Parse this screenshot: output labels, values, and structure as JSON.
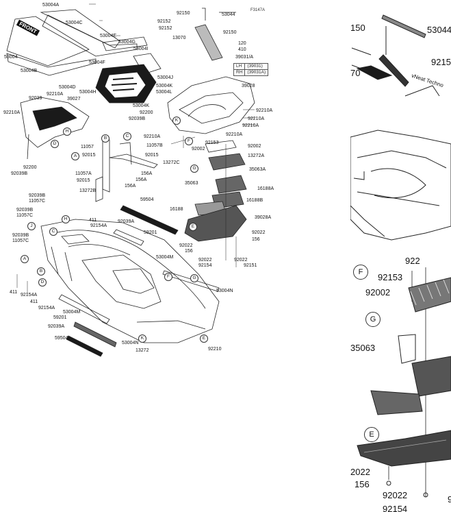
{
  "diagram_code": "F3147A",
  "lhrh_table": [
    {
      "side": "LH",
      "part": "(39031)"
    },
    {
      "side": "RH",
      "part": "(39031A)"
    }
  ],
  "front_badge": "FRONT",
  "left_labels": [
    {
      "t": "53004A"
    },
    {
      "t": "53004C"
    },
    {
      "t": "53004E"
    },
    {
      "t": "53004G"
    },
    {
      "t": "53004I"
    },
    {
      "t": "53004"
    },
    {
      "t": "53004B"
    },
    {
      "t": "53004F"
    },
    {
      "t": "53004J"
    },
    {
      "t": "53004D"
    },
    {
      "t": "92210A"
    },
    {
      "t": "53004H"
    },
    {
      "t": "92039"
    },
    {
      "t": "39027"
    },
    {
      "t": "53004K"
    },
    {
      "t": "53004L"
    },
    {
      "t": "39028"
    },
    {
      "t": "92210A"
    },
    {
      "t": "53004K"
    },
    {
      "t": "92200"
    },
    {
      "t": "92039B"
    },
    {
      "t": "92210A"
    },
    {
      "t": "92210A"
    },
    {
      "t": "92210A"
    },
    {
      "t": "92210A"
    },
    {
      "t": "92210A"
    },
    {
      "t": "11057"
    },
    {
      "t": "11057B"
    },
    {
      "t": "92015"
    },
    {
      "t": "92015"
    },
    {
      "t": "13272C"
    },
    {
      "t": "11057A"
    },
    {
      "t": "92015"
    },
    {
      "t": "156A"
    },
    {
      "t": "156A"
    },
    {
      "t": "13272B"
    },
    {
      "t": "156A"
    },
    {
      "t": "92200"
    },
    {
      "t": "92039B"
    },
    {
      "t": "92153"
    },
    {
      "t": "92002"
    },
    {
      "t": "92002"
    },
    {
      "t": "13272A"
    },
    {
      "t": "35063A"
    },
    {
      "t": "35063"
    },
    {
      "t": "16188A"
    },
    {
      "t": "16188B"
    },
    {
      "t": "59504"
    },
    {
      "t": "16188"
    },
    {
      "t": "39028A"
    },
    {
      "t": "92039B"
    },
    {
      "t": "11057C"
    },
    {
      "t": "92039B"
    },
    {
      "t": "11057C"
    },
    {
      "t": "411"
    },
    {
      "t": "92154A"
    },
    {
      "t": "92039A"
    },
    {
      "t": "92039B"
    },
    {
      "t": "11057C"
    },
    {
      "t": "59201"
    },
    {
      "t": "92022"
    },
    {
      "t": "92022"
    },
    {
      "t": "156"
    },
    {
      "t": "156"
    },
    {
      "t": "92022"
    },
    {
      "t": "92154"
    },
    {
      "t": "92022"
    },
    {
      "t": "92151"
    },
    {
      "t": "53004M"
    },
    {
      "t": "411"
    },
    {
      "t": "92154A"
    },
    {
      "t": "411"
    },
    {
      "t": "92154A"
    },
    {
      "t": "53004N"
    },
    {
      "t": "53004M"
    },
    {
      "t": "59201"
    },
    {
      "t": "92039A"
    },
    {
      "t": "59504"
    },
    {
      "t": "53004N"
    },
    {
      "t": "13272"
    },
    {
      "t": "92210"
    },
    {
      "t": "92150"
    },
    {
      "t": "53044"
    },
    {
      "t": "92152"
    },
    {
      "t": "92152"
    },
    {
      "t": "92150"
    },
    {
      "t": "13070"
    },
    {
      "t": "120"
    },
    {
      "t": "410"
    },
    {
      "t": "39031/A"
    }
  ],
  "left_circles": [
    "H",
    "D",
    "B",
    "C",
    "F",
    "A",
    "G",
    "K",
    "E",
    "J",
    "H",
    "C",
    "A",
    "B",
    "D",
    "F",
    "G",
    "K",
    "E"
  ],
  "right_labels": [
    {
      "t": "150"
    },
    {
      "t": "53044"
    },
    {
      "t": "9215"
    },
    {
      "t": "70"
    },
    {
      "t": "92153"
    },
    {
      "t": "92002"
    },
    {
      "t": "35063"
    },
    {
      "t": "2022"
    },
    {
      "t": "156"
    },
    {
      "t": "92022"
    },
    {
      "t": "92154"
    },
    {
      "t": "9"
    },
    {
      "t": "922"
    }
  ],
  "right_circles": [
    "F",
    "G",
    "E"
  ],
  "watermark_text": "vNeat Techno"
}
